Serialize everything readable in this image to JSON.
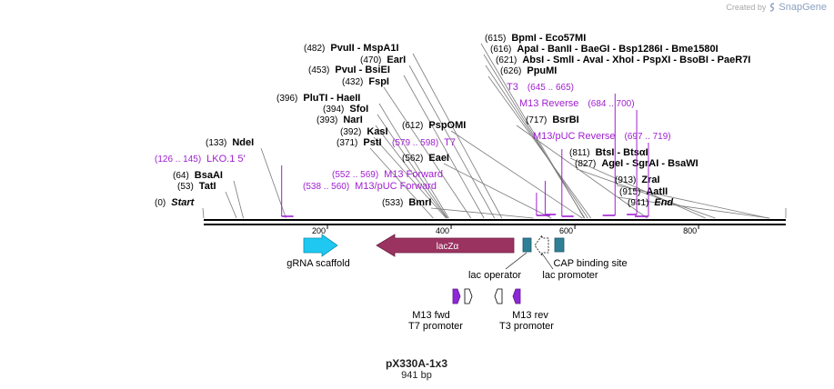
{
  "credit": {
    "prefix": "Created by",
    "brand": "SnapGene"
  },
  "plasmid": {
    "name": "pX330A-1x3",
    "size_label": "941 bp",
    "length": 941
  },
  "axis": {
    "ticks": [
      200,
      400,
      600,
      800
    ]
  },
  "colors": {
    "backbone": "#000000",
    "primer": "#a020d0",
    "grna": "#1ec8f0",
    "lacz": "#9b3360",
    "feature": "#2f7f97",
    "m13": "#8e28d6"
  },
  "sites": [
    {
      "name": "Start",
      "pos": "(0)",
      "at": 0,
      "style": "italic"
    },
    {
      "name": "TatI",
      "pos": "(53)",
      "at": 53
    },
    {
      "name": "BsaAI",
      "pos": "(64)",
      "at": 64
    },
    {
      "name": "NdeI",
      "pos": "(133)",
      "at": 133
    },
    {
      "name": "PstI",
      "pos": "(371)",
      "at": 371
    },
    {
      "name": "KasI",
      "pos": "(392)",
      "at": 392
    },
    {
      "name": "NarI",
      "pos": "(393)",
      "at": 393
    },
    {
      "name": "SfoI",
      "pos": "(394)",
      "at": 394
    },
    {
      "name": "PluTI   - HaeII",
      "pos": "(396)",
      "at": 396
    },
    {
      "name": "FspI",
      "pos": "(432)",
      "at": 432
    },
    {
      "name": "PvuI   - BsiEI",
      "pos": "(453)",
      "at": 453
    },
    {
      "name": "EarI",
      "pos": "(470)",
      "at": 470
    },
    {
      "name": "PvuII   - MspA1I",
      "pos": "(482)",
      "at": 482
    },
    {
      "name": "BmrI",
      "pos": "(533)",
      "at": 533
    },
    {
      "name": "EaeI",
      "pos": "(562)",
      "at": 562
    },
    {
      "name": "PspOMI",
      "pos": "(612)",
      "at": 612
    },
    {
      "name": "BpmI   - Eco57MI",
      "pos": "(615)",
      "at": 615
    },
    {
      "name": "ApaI   - BanII   - BaeGI   - Bsp1286I   - Bme1580I",
      "pos": "(616)",
      "at": 616
    },
    {
      "name": "AbsI   - SmlI   - AvaI   - XhoI   - PspXI   - BsoBI   - PaeR7I",
      "pos": "(621)",
      "at": 621
    },
    {
      "name": "PpuMI",
      "pos": "(626)",
      "at": 626
    },
    {
      "name": "BsrBI",
      "pos": "(717)",
      "at": 717
    },
    {
      "name": "BtsI   - BtsαI",
      "pos": "(811)",
      "at": 811
    },
    {
      "name": "AgeI   - SgrAI   - BsaWI",
      "pos": "(827)",
      "at": 827
    },
    {
      "name": "ZraI",
      "pos": "(913)",
      "at": 913
    },
    {
      "name": "AatII",
      "pos": "(915)",
      "at": 915
    },
    {
      "name": "End",
      "pos": "(941)",
      "at": 941,
      "style": "italic"
    }
  ],
  "primers": [
    {
      "name": "LKO.1 5'",
      "range": "(126 .. 145)",
      "start": 126,
      "end": 145,
      "dir": "fwd"
    },
    {
      "name": "M13/pUC Forward",
      "range": "(538 .. 560)",
      "start": 538,
      "end": 560,
      "dir": "fwd"
    },
    {
      "name": "M13 Forward",
      "range": "(552 .. 569)",
      "start": 552,
      "end": 569,
      "dir": "fwd"
    },
    {
      "name": "T7",
      "range": "(579 .. 598)",
      "start": 579,
      "end": 598,
      "dir": "fwd"
    },
    {
      "name": "T3",
      "range": "(645 .. 665)",
      "start": 645,
      "end": 665,
      "dir": "rev"
    },
    {
      "name": "M13 Reverse",
      "range": "(684 .. 700)",
      "start": 684,
      "end": 700,
      "dir": "rev"
    },
    {
      "name": "M13/pUC Reverse",
      "range": "(697 .. 719)",
      "start": 697,
      "end": 719,
      "dir": "rev"
    }
  ],
  "features": [
    {
      "name": "gRNA scaffold",
      "kind": "arrow-right",
      "color": "#1ec8f0"
    },
    {
      "name": "lacZα",
      "kind": "arrow-left",
      "color": "#9b3360"
    },
    {
      "name": "lac operator",
      "kind": "box",
      "color": "#2f7f97"
    },
    {
      "name": "lac promoter",
      "kind": "arrow-left-outline",
      "color": "#ffffff"
    },
    {
      "name": "CAP binding site",
      "kind": "box",
      "color": "#2f7f97"
    },
    {
      "name": "M13 fwd",
      "kind": "small-arrow",
      "color": "#8e28d6"
    },
    {
      "name": "T7 promoter",
      "kind": "small-arrow-outline",
      "color": "#ffffff"
    },
    {
      "name": "T3 promoter",
      "kind": "small-arrow-outline",
      "color": "#ffffff"
    },
    {
      "name": "M13 rev",
      "kind": "small-arrow",
      "color": "#8e28d6"
    }
  ]
}
